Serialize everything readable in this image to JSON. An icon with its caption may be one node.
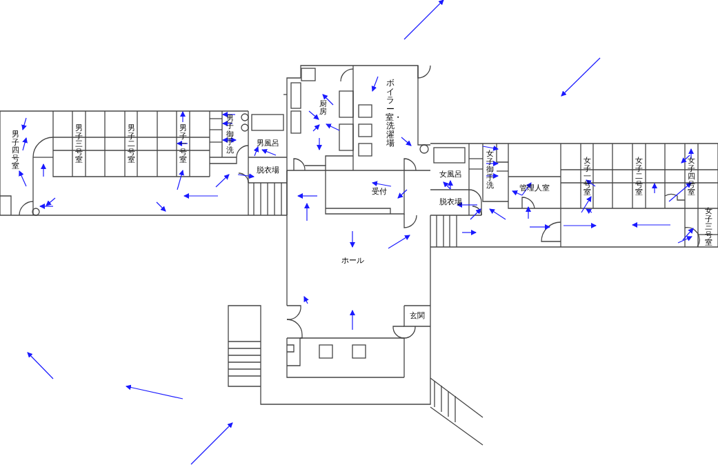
{
  "diagram": {
    "nodes": [
      {
        "text": [
          "男子四号室"
        ]
      },
      {
        "text": [
          "男子三号室"
        ]
      },
      {
        "text": [
          "男子二号室"
        ]
      },
      {
        "text": [
          "男子一号室"
        ]
      },
      {
        "text": [
          "男子御手洗"
        ]
      },
      {
        "text": [
          "男風呂"
        ]
      },
      {
        "text": [
          "脱衣場"
        ]
      },
      {
        "text": [
          "厨房"
        ]
      },
      {
        "text": [
          "ボイラー室・洗濯場"
        ]
      },
      {
        "text": [
          "受付"
        ]
      },
      {
        "text": [
          "ホール"
        ]
      },
      {
        "text": [
          "玄関"
        ]
      },
      {
        "text": [
          "女風呂"
        ]
      },
      {
        "text": [
          "脱衣場"
        ]
      },
      {
        "text": [
          "女子御手洗"
        ]
      },
      {
        "text": [
          "管理人室"
        ]
      },
      {
        "text": [
          "女子一号室"
        ]
      },
      {
        "text": [
          "女子二号室"
        ]
      },
      {
        "text": [
          "女子四号室"
        ]
      },
      {
        "text": [
          "女子三号室"
        ]
      }
    ]
  }
}
